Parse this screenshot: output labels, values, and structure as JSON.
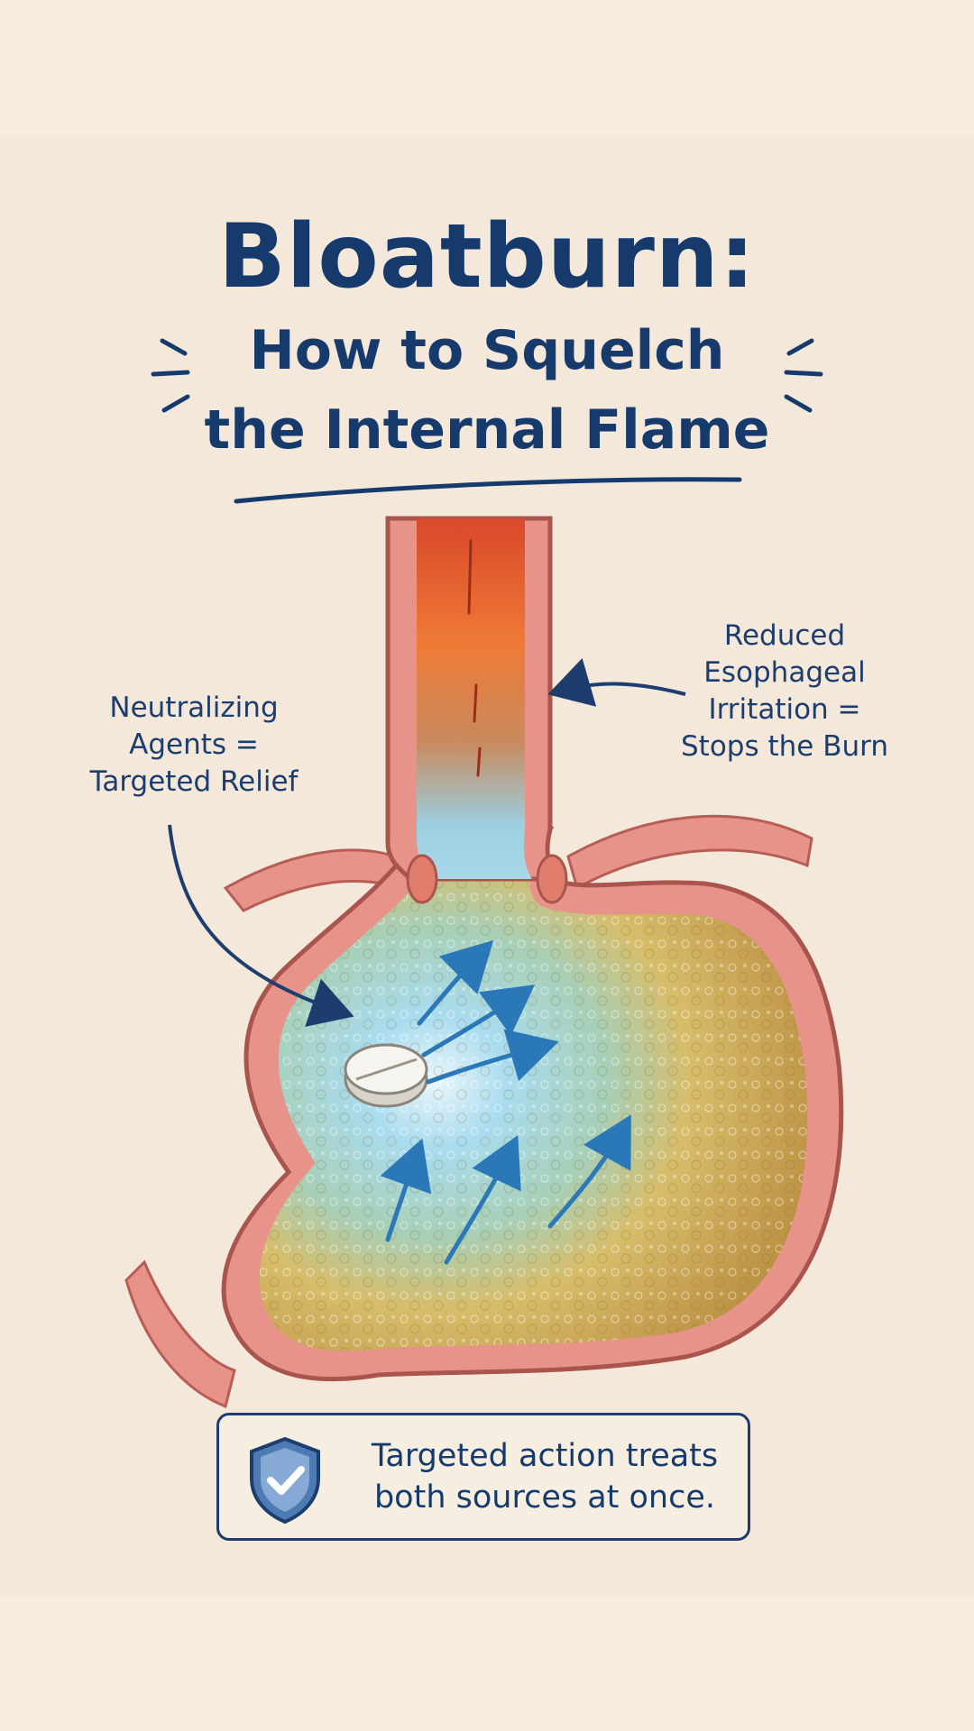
{
  "title": {
    "main": "Bloatburn:",
    "sub_line1": "How to Squelch",
    "sub_line2": "the Internal Flame"
  },
  "annotations": {
    "left": [
      "Neutralizing",
      "Agents =",
      "Targeted Relief"
    ],
    "right": [
      "Reduced",
      "Esophageal",
      "Irritation =",
      "Stops the Burn"
    ]
  },
  "callout": {
    "line1": "Targeted action treats",
    "line2": "both sources at once."
  },
  "icons": {
    "shield": "shield-check-icon",
    "tablet": "antacid-tablet-icon"
  },
  "colors": {
    "ink": "#1c3d6e",
    "burn_red": "#d9482b",
    "burn_orange": "#ef8a3a",
    "relief_blue": "#8fd0e8",
    "acid_yellow": "#d8a84a",
    "tissue_pink": "#e8938a",
    "paper": "#f3e8d9"
  }
}
